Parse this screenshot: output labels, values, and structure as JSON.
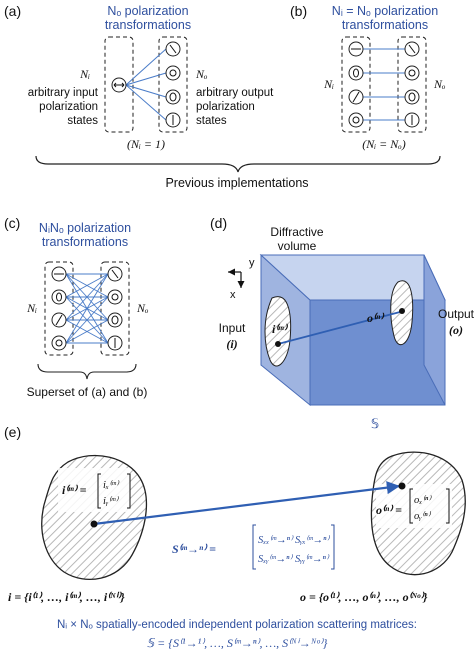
{
  "panel_a": {
    "label": "(a)",
    "title_line1": "Nₒ polarization",
    "title_line2": "transformations",
    "input_symbol": "Nᵢ",
    "input_desc": [
      "arbitrary input",
      "polarization",
      "states"
    ],
    "output_symbol": "Nₒ",
    "output_desc": [
      "arbitrary output",
      "polarization",
      "states"
    ],
    "condition": "(Nᵢ = 1)"
  },
  "panel_b": {
    "label": "(b)",
    "title_line1": "Nᵢ = Nₒ polarization",
    "title_line2": "transformations",
    "input_symbol": "Nᵢ",
    "output_symbol": "Nₒ",
    "condition": "(Nᵢ = Nₒ)"
  },
  "previous_label": "Previous implementations",
  "panel_c": {
    "label": "(c)",
    "title_line1": "NᵢNₒ polarization",
    "title_line2": "transformations",
    "input_symbol": "Nᵢ",
    "output_symbol": "Nₒ",
    "superset_label": "Superset of (a) and (b)"
  },
  "panel_d": {
    "label": "(d)",
    "volume_label_line1": "Diffractive",
    "volume_label_line2": "volume",
    "axis_y": "y",
    "axis_x": "x",
    "input_label": "Input",
    "input_symbol": "(i)",
    "output_label": "Output",
    "output_symbol": "(o)",
    "input_point": "i⁽ᵐ⁾",
    "output_point": "o⁽ⁿ⁾",
    "set_symbol": "𝕊"
  },
  "panel_e": {
    "label": "(e)",
    "input_vector": "i⁽ᵐ⁾ =",
    "input_comp_x": "iₓ⁽ᵐ⁾",
    "input_comp_y": "iᵧ⁽ᵐ⁾",
    "output_vector": "o⁽ⁿ⁾ =",
    "output_comp_x": "oₓ⁽ⁿ⁾",
    "output_comp_y": "oᵧ⁽ⁿ⁾",
    "matrix_symbol": "S⁽ᵐ→ⁿ⁾ =",
    "matrix_xx": "Sₓₓ⁽ᵐ→ⁿ⁾",
    "matrix_yx": "Sᵧₓ⁽ᵐ→ⁿ⁾",
    "matrix_xy": "Sₓᵧ⁽ᵐ→ⁿ⁾",
    "matrix_yy": "Sᵧᵧ⁽ᵐ→ⁿ⁾",
    "input_set": "i = {i⁽¹⁾, …, i⁽ᵐ⁾, …, i⁽ᴺⁱ⁾}",
    "output_set": "o = {o⁽¹⁾, …, o⁽ⁿ⁾, …, o⁽ᴺᵒ⁾}",
    "caption_line1": "Nᵢ × Nₒ spatially-encoded independent polarization scattering matrices:",
    "caption_line2": "𝕊 = {S⁽¹→¹⁾, …, S⁽ᵐ→ⁿ⁾, …, S⁽ᴺⁱ→ᴺᵒ⁾}"
  },
  "colors": {
    "accent_blue": "#2e4f9e",
    "line_blue": "#4a7cc8",
    "volume_fill": "#8da6d8",
    "volume_dark": "#5b7fc6"
  }
}
